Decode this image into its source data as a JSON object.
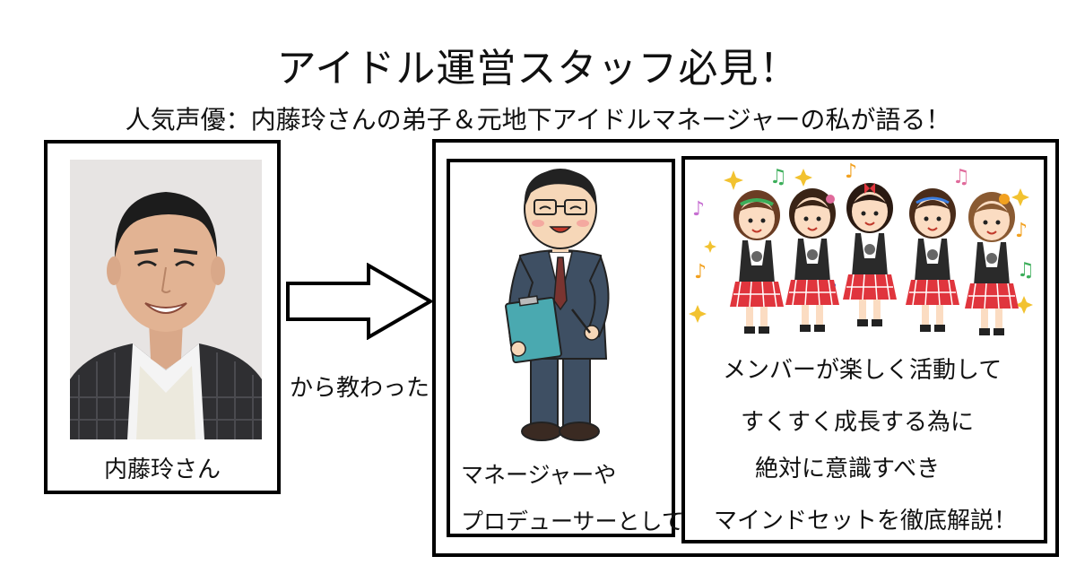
{
  "header": {
    "title": "アイドル運営スタッフ必見！",
    "subtitle": "人気声優：内藤玲さんの弟子＆元地下アイドルマネージャーの私が語る！"
  },
  "mentor": {
    "caption": "内藤玲さん"
  },
  "arrow": {
    "caption": "から教わった"
  },
  "manager_panel": {
    "line1": "マネージャーや",
    "line2": "プロデューサーとして"
  },
  "idol_panel": {
    "lines": [
      "メンバーが楽しく活動して",
      "すくすく成長する為に",
      "絶対に意識すべき",
      "マインドセットを徹底解説！"
    ]
  },
  "colors": {
    "suit": "#3e4f63",
    "clipboard": "#4aa9b0",
    "skirt": "#e0353d",
    "vest": "#2a2a2a",
    "photo_background": "#e7e4e3"
  },
  "icons": [
    "arrow-right-icon",
    "music-note-icon",
    "sparkle-icon"
  ]
}
